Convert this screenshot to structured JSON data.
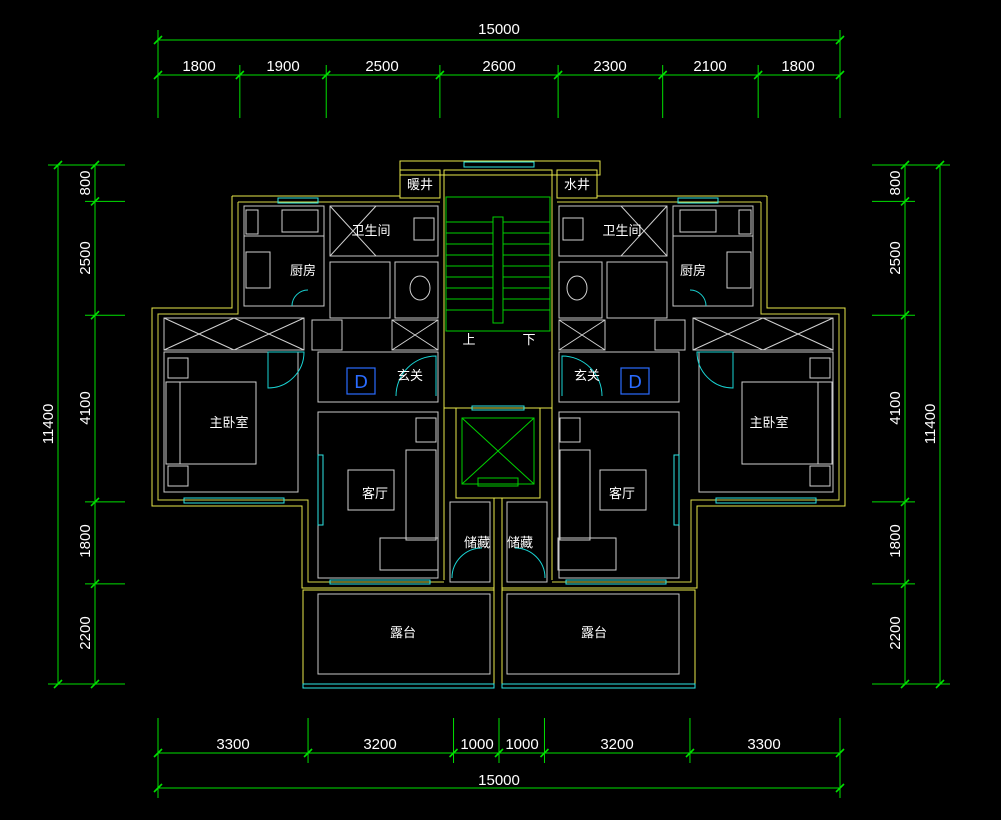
{
  "dimensions": {
    "top_total": "15000",
    "top": [
      "1800",
      "1900",
      "2500",
      "2600",
      "2300",
      "2100",
      "1800"
    ],
    "bottom_total": "15000",
    "bottom": [
      "3300",
      "3200",
      "1000",
      "1000",
      "3200",
      "3300"
    ],
    "left_total": "11400",
    "left": [
      "800",
      "2500",
      "4100",
      "1800",
      "2200"
    ],
    "right_total": "11400",
    "right": [
      "800",
      "2500",
      "4100",
      "1800",
      "2200"
    ]
  },
  "rooms": {
    "heating_shaft": "暖井",
    "water_shaft": "水井",
    "bathroom_left": "卫生间",
    "bathroom_right": "卫生间",
    "kitchen_left": "厨房",
    "kitchen_right": "厨房",
    "stair_up": "上",
    "stair_down": "下",
    "entrance_left": "玄关",
    "entrance_right": "玄关",
    "master_bedroom_left": "主卧室",
    "master_bedroom_right": "主卧室",
    "living_left": "客厅",
    "living_right": "客厅",
    "storage_left": "储藏",
    "storage_right": "储藏",
    "terrace_left": "露台",
    "terrace_right": "露台",
    "entry_mark_left": "D",
    "entry_mark_right": "D"
  },
  "colors": {
    "background": "#000000",
    "dimension": "#00e000",
    "walls": "#e8e84a",
    "windows": "#2ee6e6",
    "text": "#ffffff"
  }
}
